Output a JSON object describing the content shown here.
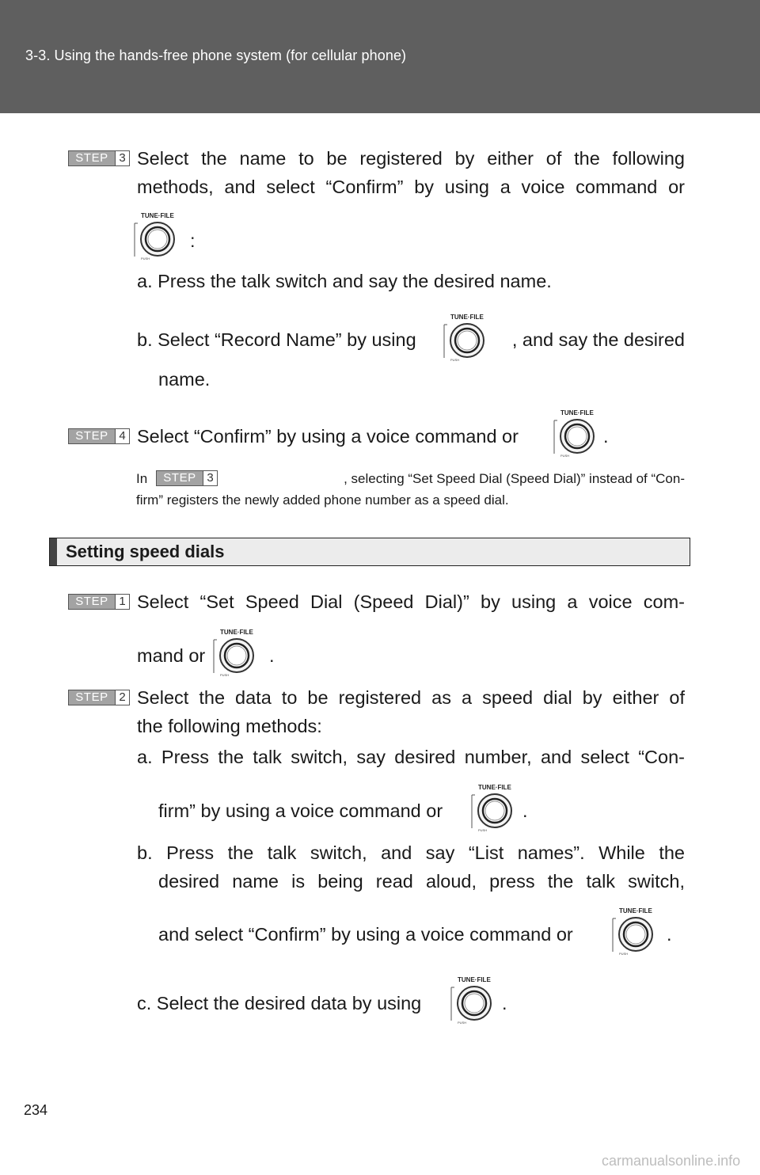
{
  "header": {
    "title": "3-3. Using the hands-free phone system (for cellular phone)"
  },
  "step_word": "STEP",
  "knob": {
    "label": "TUNE·FILE",
    "sub": "PUSH",
    "icon": "tune-file-knob-icon"
  },
  "steps_top": {
    "step3": {
      "num": "3",
      "line1": "Select the name to be registered by either of the following",
      "line2": "methods, and select “Confirm” by using a voice command or",
      "after_knob": ":",
      "a": "a. Press the talk switch and say the desired name.",
      "b_prefix": "b. Select “Record Name” by using",
      "b_suffix": ", and say the desired",
      "b_cont": "name."
    },
    "step4": {
      "num": "4",
      "text": "Select “Confirm” by using a voice command or",
      "end": "."
    },
    "note": {
      "prefix": "In",
      "ref_num": "3",
      "line1_rest": ", selecting “Set Speed Dial (Speed Dial)” instead of “Con-",
      "line2": "firm” registers the newly added phone number as a speed dial."
    }
  },
  "section": {
    "title": "Setting speed dials"
  },
  "steps_bottom": {
    "step1": {
      "num": "1",
      "line1": "Select “Set Speed Dial (Speed Dial)” by using a voice com-",
      "line2": "mand or",
      "end": "."
    },
    "step2": {
      "num": "2",
      "line1": "Select the data to be registered as a speed dial by either of",
      "line2": "the following methods:",
      "a_line1": "a. Press the talk switch, say desired number, and select “Con-",
      "a_line2": "firm” by using a voice command or",
      "a_end": ".",
      "b_line1": "b. Press the talk switch, and say “List names”. While the",
      "b_line2": "desired name is being read aloud, press the talk switch,",
      "b_line3": "and select “Confirm” by using a voice command or",
      "b_end": ".",
      "c_line": "c. Select the desired data by using",
      "c_end": "."
    }
  },
  "footer": {
    "page_number": "234",
    "watermark": "carmanualsonline.info"
  }
}
